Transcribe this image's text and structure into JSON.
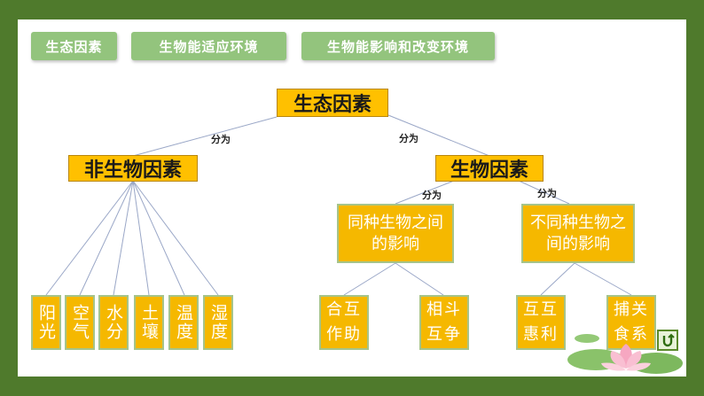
{
  "tabs": [
    "生态因素",
    "生物能适应环境",
    "生物能影响和改变环境"
  ],
  "root": "生态因素",
  "split_label": "分为",
  "abiotic": {
    "title": "非生物因素",
    "leaves": [
      "阳光",
      "空气",
      "水分",
      "土壤",
      "温度",
      "湿度"
    ]
  },
  "biotic": {
    "title": "生物因素",
    "within": {
      "title": "同种生物之间的影响",
      "leaves": [
        [
          "合作",
          "互助"
        ],
        [
          "相互",
          "斗争"
        ]
      ]
    },
    "between": {
      "title": "不同种生物之间的影响",
      "leaves": [
        [
          "互惠",
          "互利"
        ],
        [
          "捕食",
          "关系"
        ]
      ]
    }
  },
  "colors": {
    "background_frame": "#4f7a2c",
    "tab_fill": "#93c47d",
    "node_fill": "#ffc000",
    "leaf_fill": "#f5b800"
  }
}
